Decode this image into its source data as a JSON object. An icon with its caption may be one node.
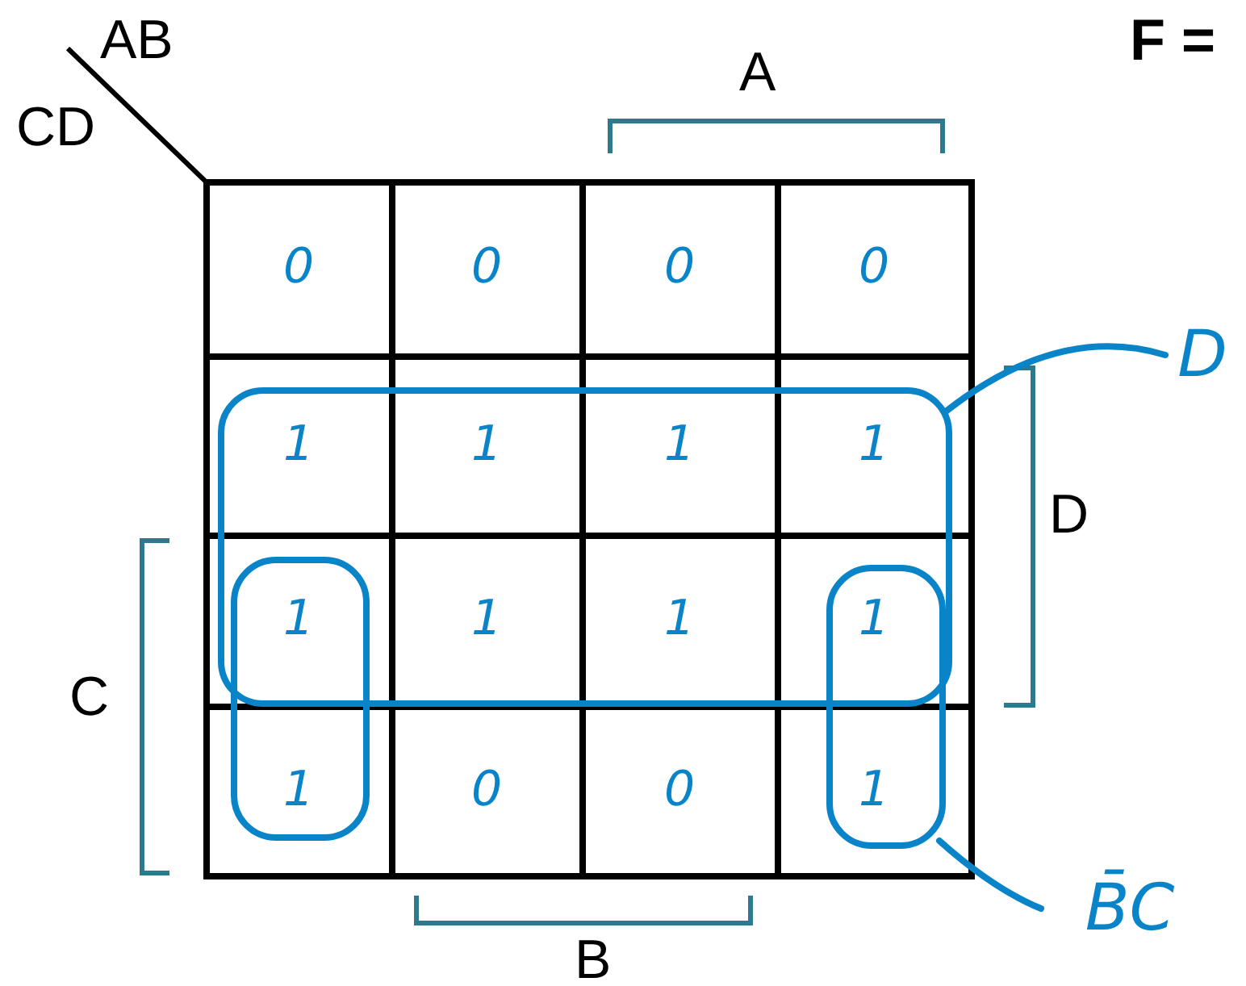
{
  "diagram": {
    "nodes": [
      {
        "text": [
          "D"
        ]
      },
      {
        "text": [],
        "shape": "box"
      },
      {
        "text": [
          "B̄C"
        ]
      },
      {
        "text": [],
        "shape": "box"
      },
      {
        "text": [],
        "shape": "box"
      }
    ],
    "edges": [
      {
        "from": 1,
        "to": 0,
        "arrow": "none"
      },
      {
        "from": 3,
        "to": 2,
        "arrow": "none"
      }
    ],
    "labels": [
      "AB",
      "F =",
      "CD",
      "A",
      "D",
      "C",
      "B",
      "0",
      "0",
      "0",
      "0",
      "1",
      "1",
      "1",
      "1",
      "1",
      "1",
      "1",
      "1",
      "1",
      "0",
      "0",
      "1"
    ]
  }
}
